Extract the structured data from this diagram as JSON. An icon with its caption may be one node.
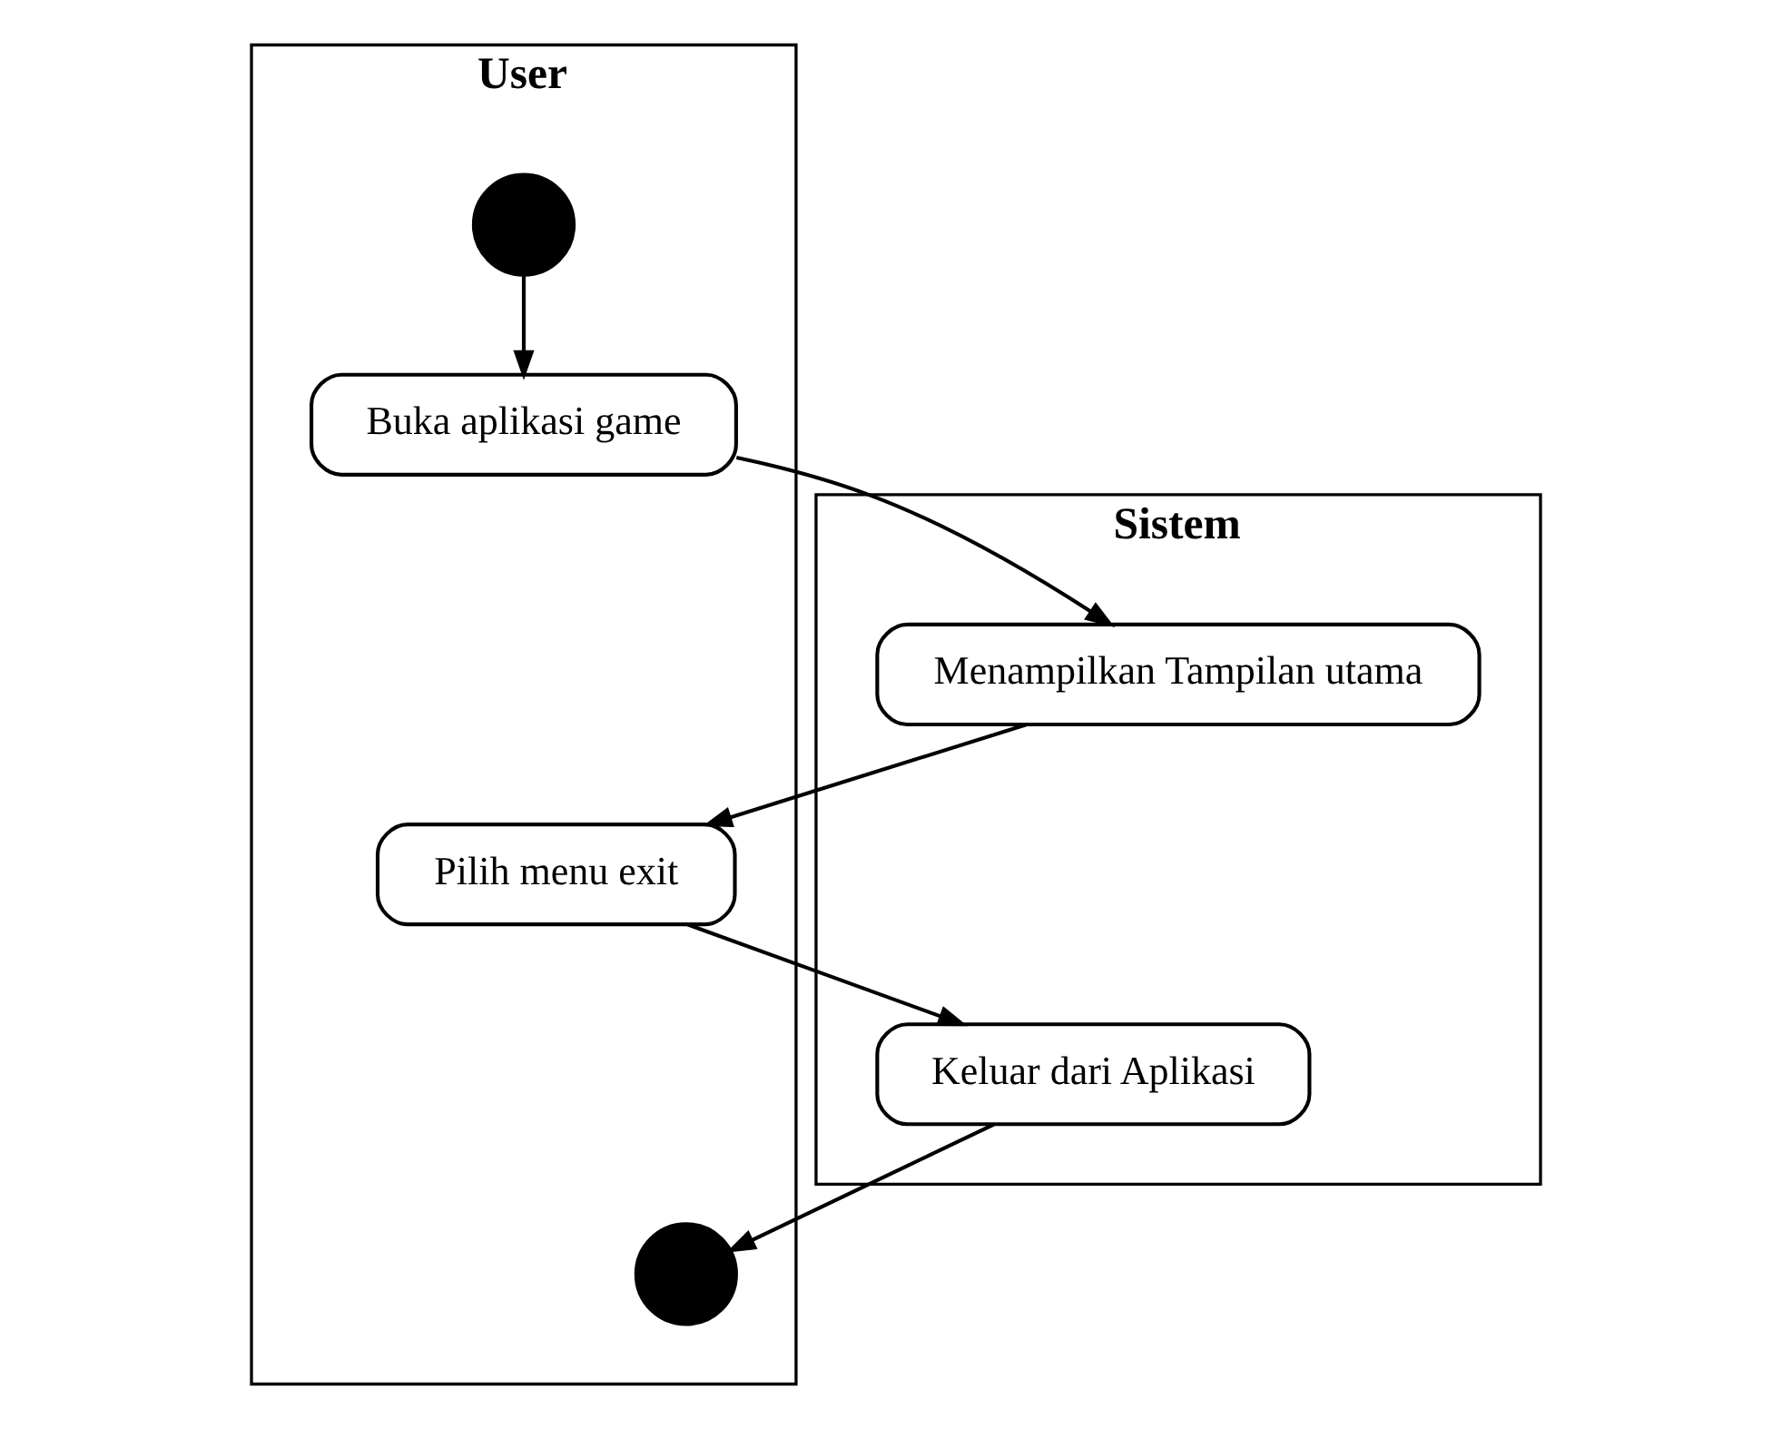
{
  "diagram": {
    "nodes": [
      {
        "text": [
          "User"
        ]
      },
      {
        "text": [
          "Sistem"
        ]
      },
      {
        "text": [],
        "shape": "circle",
        "in": 0
      },
      {
        "text": [
          "Buka aplikasi game"
        ],
        "in": 0
      },
      {
        "text": [
          "Menampilkan Tampilan utama"
        ],
        "in": 1
      },
      {
        "text": [
          "Pilih menu exit"
        ],
        "in": 0
      },
      {
        "text": [
          "Keluar dari Aplikasi"
        ],
        "in": 1
      },
      {
        "text": [],
        "shape": "circle",
        "in": 0
      }
    ],
    "edges": [
      {
        "from": 2,
        "to": 3,
        "arrow": "to"
      },
      {
        "from": 3,
        "to": 4,
        "arrow": "to"
      },
      {
        "from": 4,
        "to": 5,
        "arrow": "to"
      },
      {
        "from": 5,
        "to": 6,
        "arrow": "to"
      },
      {
        "from": 6,
        "to": 7,
        "arrow": "to"
      }
    ]
  }
}
